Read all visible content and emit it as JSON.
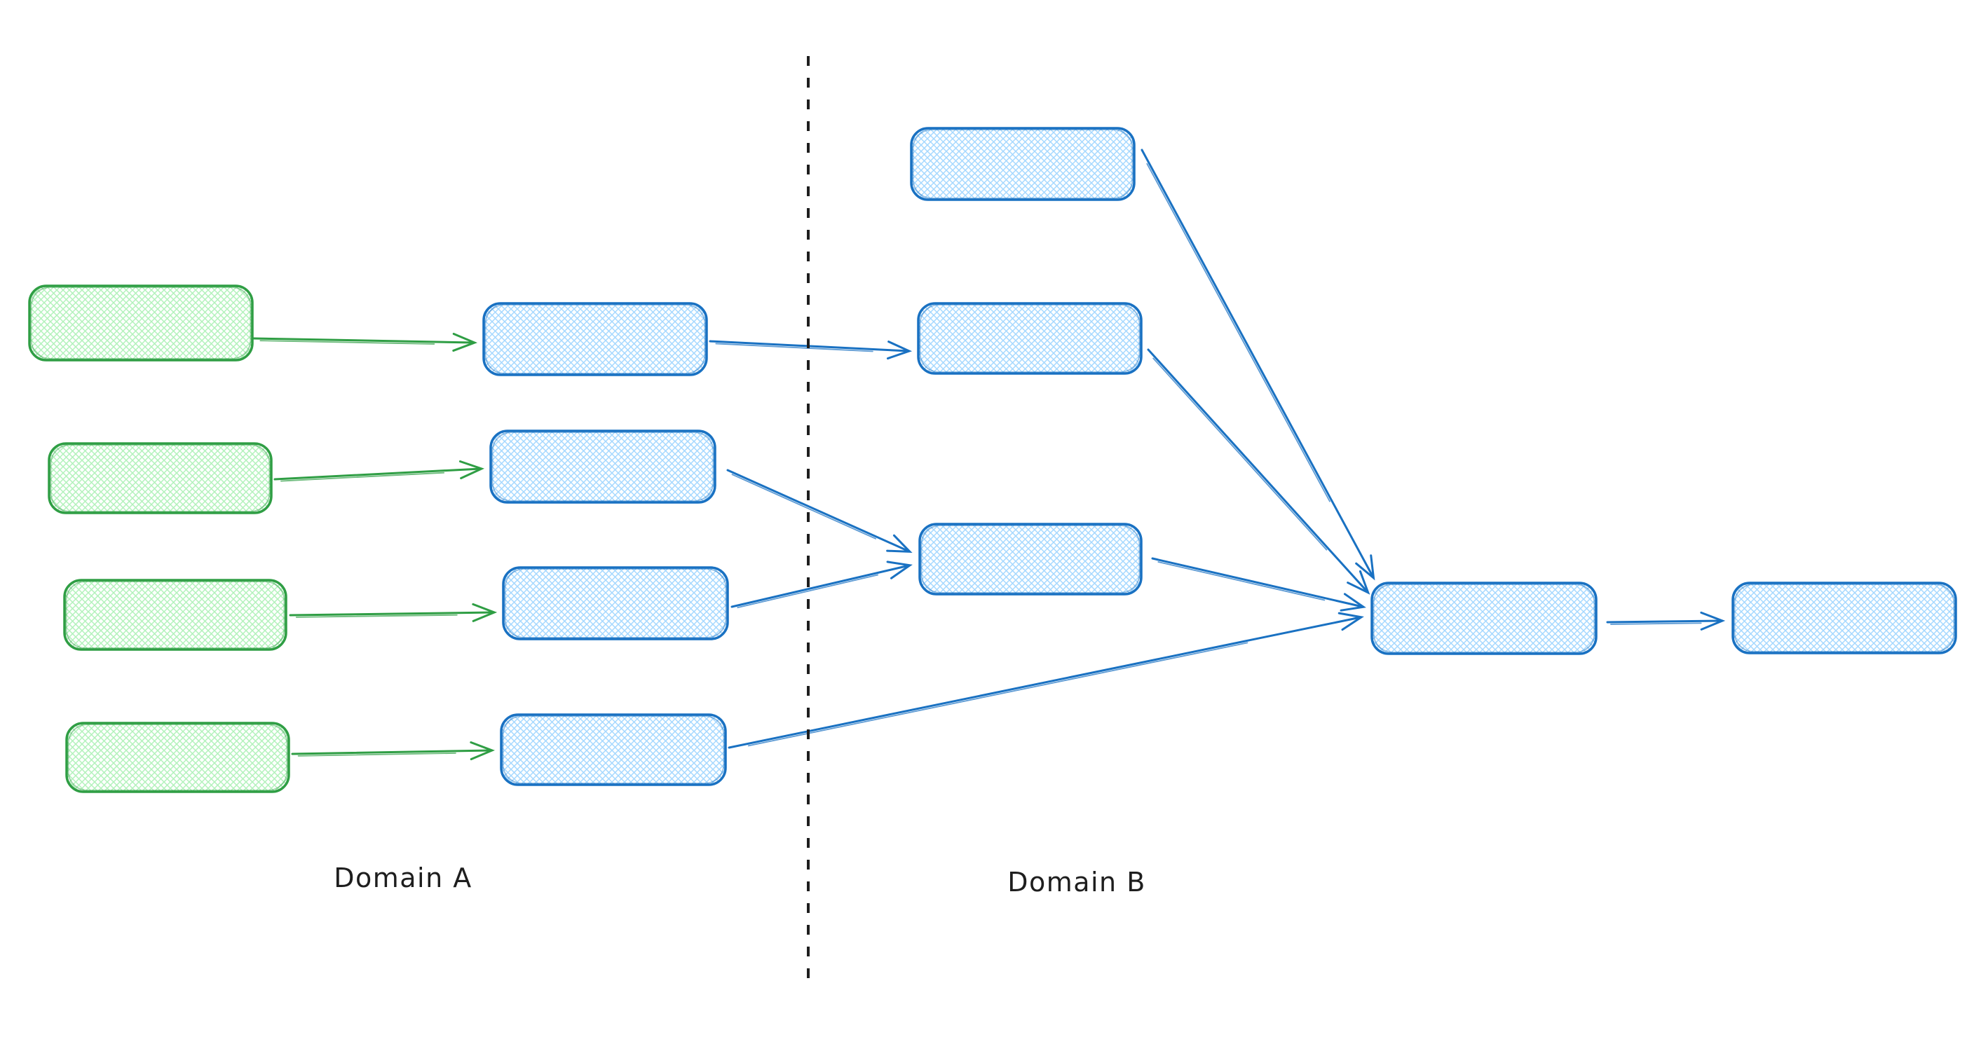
{
  "diagram": {
    "labels": {
      "domain_a": "Domain A",
      "domain_b": "Domain B"
    },
    "palette": {
      "background": "#ffffff",
      "ink": "#1e1e1e",
      "green_stroke": "#2f9e44",
      "green_fill": "#b2f2bb",
      "blue_stroke": "#1971c2",
      "blue_fill": "#a5d8ff"
    },
    "divider": {
      "orientation": "vertical",
      "style": "dashed"
    },
    "nodes": [
      {
        "id": "a-src-1",
        "domain": "A",
        "color": "green",
        "label": ""
      },
      {
        "id": "a-src-2",
        "domain": "A",
        "color": "green",
        "label": ""
      },
      {
        "id": "a-src-3",
        "domain": "A",
        "color": "green",
        "label": ""
      },
      {
        "id": "a-src-4",
        "domain": "A",
        "color": "green",
        "label": ""
      },
      {
        "id": "a-proc-1",
        "domain": "A",
        "color": "blue",
        "label": ""
      },
      {
        "id": "a-proc-2",
        "domain": "A",
        "color": "blue",
        "label": ""
      },
      {
        "id": "a-proc-3",
        "domain": "A",
        "color": "blue",
        "label": ""
      },
      {
        "id": "a-proc-4",
        "domain": "A",
        "color": "blue",
        "label": ""
      },
      {
        "id": "b-node-1",
        "domain": "B",
        "color": "blue",
        "label": ""
      },
      {
        "id": "b-node-2",
        "domain": "B",
        "color": "blue",
        "label": ""
      },
      {
        "id": "b-node-3",
        "domain": "B",
        "color": "blue",
        "label": ""
      },
      {
        "id": "b-merge",
        "domain": "B",
        "color": "blue",
        "label": ""
      },
      {
        "id": "b-output",
        "domain": "B",
        "color": "blue",
        "label": ""
      }
    ],
    "edges": [
      {
        "from": "a-src-1",
        "to": "a-proc-1",
        "color": "green"
      },
      {
        "from": "a-src-2",
        "to": "a-proc-2",
        "color": "green"
      },
      {
        "from": "a-src-3",
        "to": "a-proc-3",
        "color": "green"
      },
      {
        "from": "a-src-4",
        "to": "a-proc-4",
        "color": "green"
      },
      {
        "from": "a-proc-1",
        "to": "b-node-2",
        "color": "blue"
      },
      {
        "from": "a-proc-2",
        "to": "b-node-3",
        "color": "blue"
      },
      {
        "from": "a-proc-3",
        "to": "b-node-3",
        "color": "blue"
      },
      {
        "from": "a-proc-4",
        "to": "b-merge",
        "color": "blue"
      },
      {
        "from": "b-node-1",
        "to": "b-merge",
        "color": "blue"
      },
      {
        "from": "b-node-2",
        "to": "b-merge",
        "color": "blue"
      },
      {
        "from": "b-node-3",
        "to": "b-merge",
        "color": "blue"
      },
      {
        "from": "b-merge",
        "to": "b-output",
        "color": "blue"
      }
    ]
  }
}
